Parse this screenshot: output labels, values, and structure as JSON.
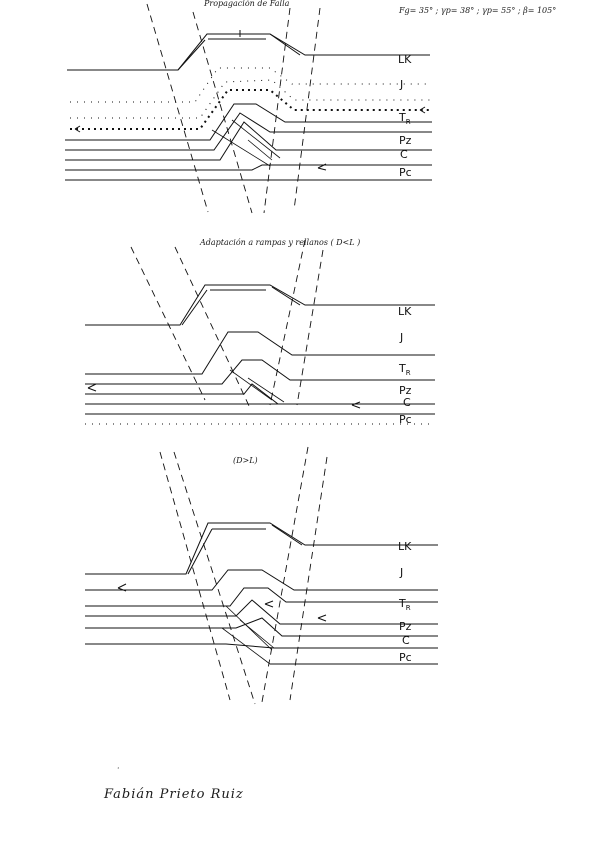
{
  "title_propagation": "Propagación de Falla",
  "parameters": "Fg= 35° ; γp= 38° ; γp= 55° ; β= 105°",
  "title_adaptation": "Adaptación a rampas y rellanos ( D<L )",
  "title_case3": "(D>L)",
  "author": "Fabián Prieto Ruiz",
  "layers": [
    {
      "key": "LK",
      "label": "LK"
    },
    {
      "key": "J",
      "label": "J"
    },
    {
      "key": "TR",
      "label": "T",
      "sub": "R"
    },
    {
      "key": "Pz",
      "label": "Pz"
    },
    {
      "key": "C",
      "label": "C"
    },
    {
      "key": "Pc",
      "label": "Pc"
    }
  ]
}
